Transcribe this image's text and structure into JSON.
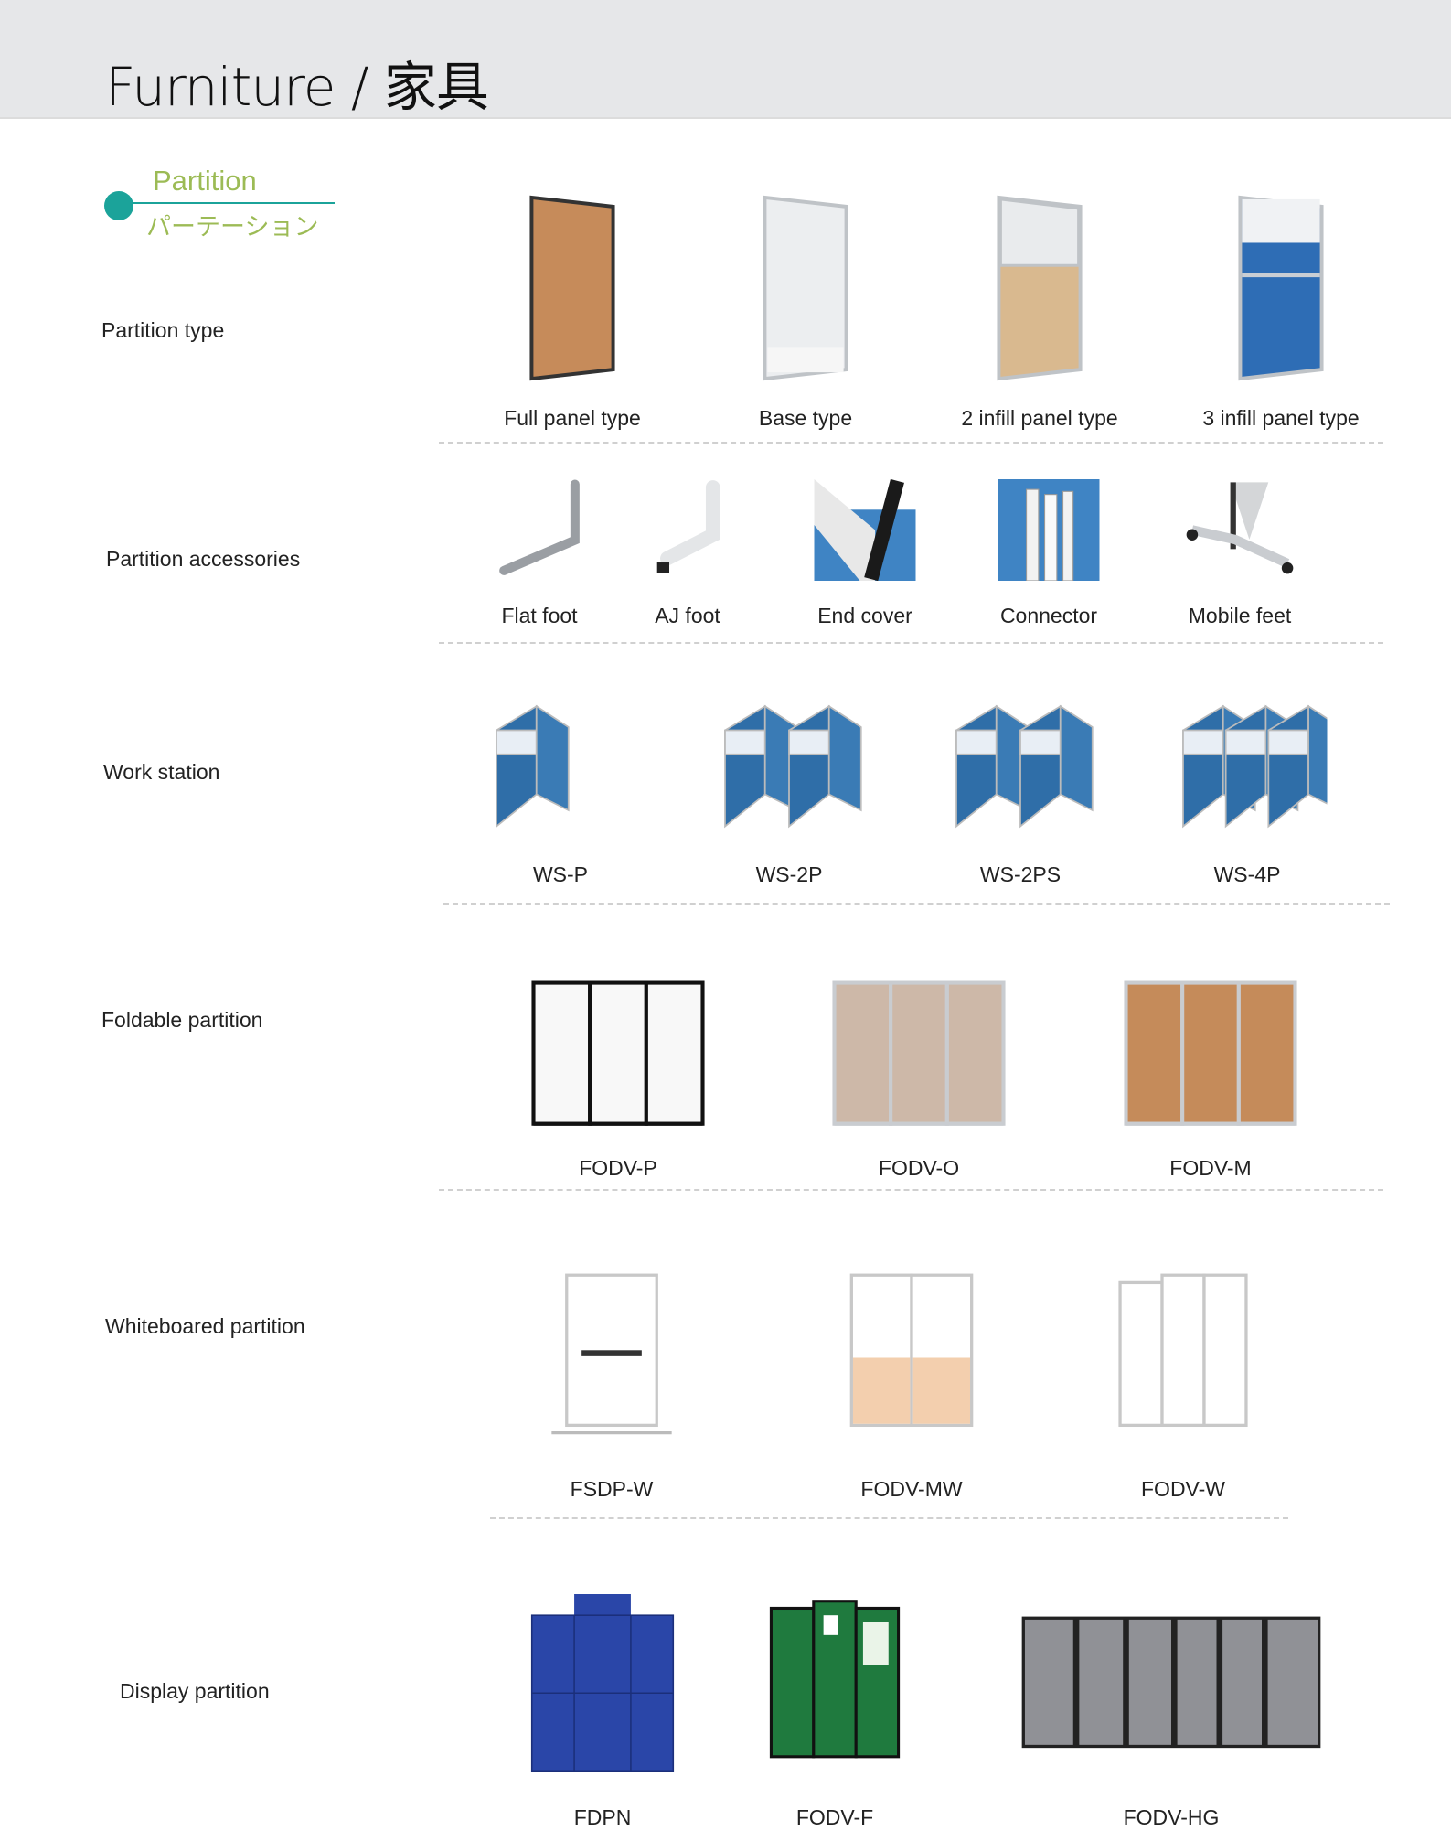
{
  "header": {
    "title": "Furniture / 家具"
  },
  "section": {
    "title_en": "Partition",
    "title_jp": "パーテーション"
  },
  "rows": [
    {
      "label": "Partition type",
      "items": [
        {
          "name": "Full panel type",
          "icon": "panel-wood"
        },
        {
          "name": "Base type",
          "icon": "panel-white"
        },
        {
          "name": "2 infill panel type",
          "icon": "panel-2infill"
        },
        {
          "name": "3 infill panel type",
          "icon": "panel-3infill"
        }
      ]
    },
    {
      "label": "Partition accessories",
      "items": [
        {
          "name": "Flat foot",
          "icon": "flat-foot"
        },
        {
          "name": "AJ foot",
          "icon": "aj-foot"
        },
        {
          "name": "End cover",
          "icon": "end-cover"
        },
        {
          "name": "Connector",
          "icon": "connector"
        },
        {
          "name": "Mobile feet",
          "icon": "mobile-feet"
        }
      ]
    },
    {
      "label": "Work station",
      "items": [
        {
          "name": "WS-P",
          "icon": "ws-1"
        },
        {
          "name": "WS-2P",
          "icon": "ws-2"
        },
        {
          "name": "WS-2PS",
          "icon": "ws-2s"
        },
        {
          "name": "WS-4P",
          "icon": "ws-4"
        }
      ]
    },
    {
      "label": "Foldable partition",
      "items": [
        {
          "name": "FODV-P",
          "icon": "fold-white"
        },
        {
          "name": "FODV-O",
          "icon": "fold-beige"
        },
        {
          "name": "FODV-M",
          "icon": "fold-wood"
        }
      ]
    },
    {
      "label": "Whiteboared partition",
      "items": [
        {
          "name": "FSDP-W",
          "icon": "wb-single"
        },
        {
          "name": "FODV-MW",
          "icon": "wb-double"
        },
        {
          "name": "FODV-W",
          "icon": "wb-triple"
        }
      ]
    },
    {
      "label": "Display partition",
      "items": [
        {
          "name": "FDPN",
          "icon": "display-blue"
        },
        {
          "name": "FODV-F",
          "icon": "display-green"
        },
        {
          "name": "FODV-HG",
          "icon": "display-grey"
        }
      ]
    }
  ],
  "colors": {
    "accent": "#1ba39a",
    "section_text": "#9cbb55",
    "header_bg": "#e6e7e9"
  }
}
